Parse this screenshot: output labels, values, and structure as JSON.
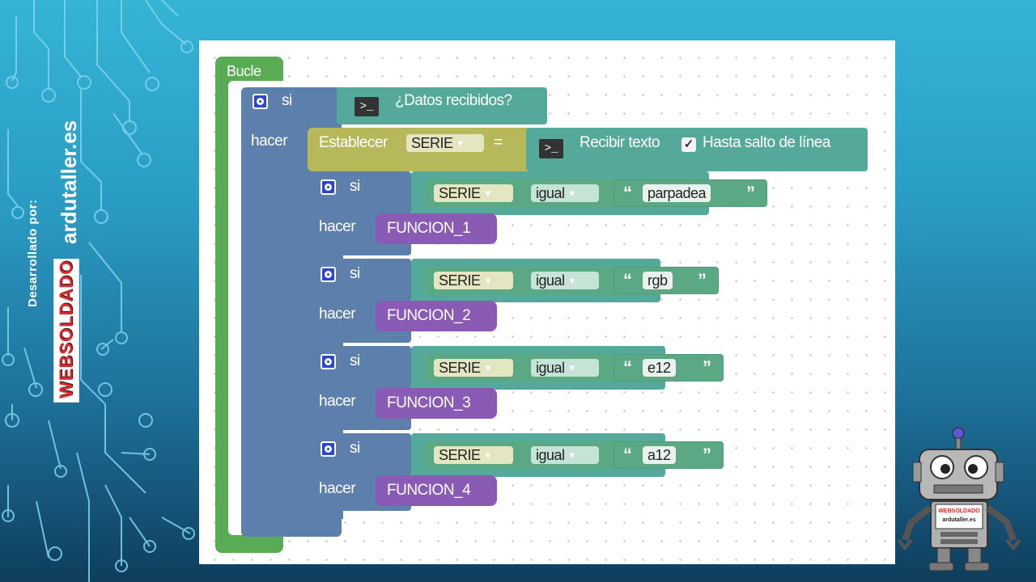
{
  "credit": {
    "developed_by": "Desarrollado por:",
    "domain": "ardutaller.es",
    "logo_text": "WEBSOLDADO"
  },
  "colors": {
    "loop": "#5aab55",
    "control": "#5d7fab",
    "serial": "#55a99a",
    "variable": "#b6b85a",
    "function": "#8a5bb5",
    "text": "#5aa884"
  },
  "blocks": {
    "loop_label": "Bucle",
    "if_label": "si",
    "do_label": "hacer",
    "serial_available": "¿Datos recibidos?",
    "set_label": "Establecer",
    "set_variable": "SERIE",
    "equals": "=",
    "read_text": "Recibir texto",
    "until_newline": "Hasta salto de línea",
    "terminal_icon": ">_",
    "conditions": [
      {
        "variable": "SERIE",
        "operator": "igual",
        "value": "parpadea",
        "function": "FUNCION_1"
      },
      {
        "variable": "SERIE",
        "operator": "igual",
        "value": "rgb",
        "function": "FUNCION_2"
      },
      {
        "variable": "SERIE",
        "operator": "igual",
        "value": "e12",
        "function": "FUNCION_3"
      },
      {
        "variable": "SERIE",
        "operator": "igual",
        "value": "a12",
        "function": "FUNCION_4"
      }
    ],
    "open_quote": "“",
    "close_quote": "”"
  },
  "robot": {
    "brand": "WEBSOLDADO",
    "domain": "ardutaller.es"
  }
}
